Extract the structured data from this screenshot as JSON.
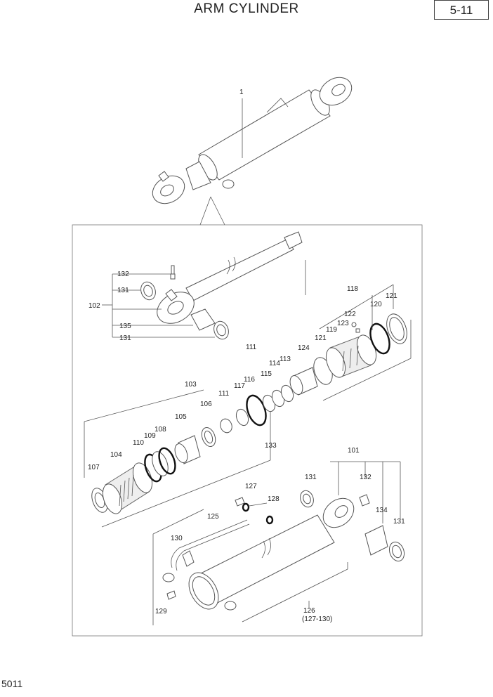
{
  "header": {
    "title": "ARM CYLINDER",
    "page_number": "5-11"
  },
  "footer": {
    "code": "5011"
  },
  "callouts": {
    "c1": "1",
    "c101": "101",
    "c102": "102",
    "c103": "103",
    "c104": "104",
    "c105": "105",
    "c106": "106",
    "c107": "107",
    "c108": "108",
    "c109": "109",
    "c110": "110",
    "c111a": "111",
    "c111b": "111",
    "c113": "113",
    "c114": "114",
    "c115": "115",
    "c116": "116",
    "c117": "117",
    "c118": "118",
    "c119": "119",
    "c120": "120",
    "c121a": "121",
    "c121b": "121",
    "c122": "122",
    "c123": "123",
    "c124": "124",
    "c125": "125",
    "c126": "126",
    "c126_sub": "(127-130)",
    "c127": "127",
    "c128": "128",
    "c129": "129",
    "c130": "130",
    "c131a": "131",
    "c131b": "131",
    "c131c": "131",
    "c131d": "131",
    "c132a": "132",
    "c132b": "132",
    "c133": "133",
    "c134": "134",
    "c135": "135"
  }
}
